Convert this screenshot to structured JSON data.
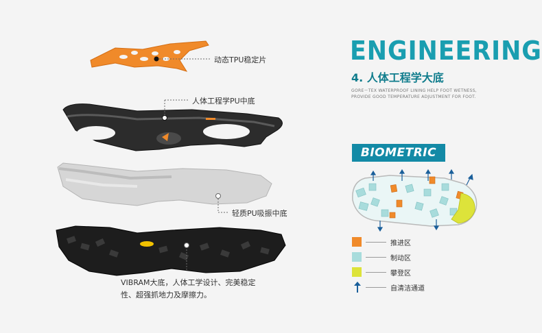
{
  "callouts": {
    "tpu_plate": "动态TPU稳定片",
    "pu_midsole": "人体工程学PU中底",
    "light_pu": "轻质PU吸振中底",
    "vibram_line1": "VIBRAM大底，人体工学设计、完美稳定",
    "vibram_line2": "性、超强抓地力及摩擦力。"
  },
  "header": {
    "title": "ENGINEERING",
    "subtitle": "4. 人体工程学大底",
    "desc_line1": "GORE－TEX WATERPROOF LINING HELP FOOT WETNESS,",
    "desc_line2": "PROVIDE GOOD TEMPERATURE ADJUSTMENT FOR FOOT."
  },
  "badge": "BIOMETRIC",
  "legend": [
    {
      "label": "推进区",
      "color": "#f08a2a",
      "icon": "orange-square"
    },
    {
      "label": "制动区",
      "color": "#a8dcdc",
      "icon": "cyan-square"
    },
    {
      "label": "攀登区",
      "color": "#dde33a",
      "icon": "yellow-square"
    },
    {
      "label": "自清洁通道",
      "color": "#1a5f9a",
      "icon": "up-arrow-icon"
    }
  ],
  "colors": {
    "accent": "#1a9eb0",
    "badge_bg": "#138aa6",
    "tpu": "#f08a2a",
    "vibram_yellow": "#f2c200"
  }
}
